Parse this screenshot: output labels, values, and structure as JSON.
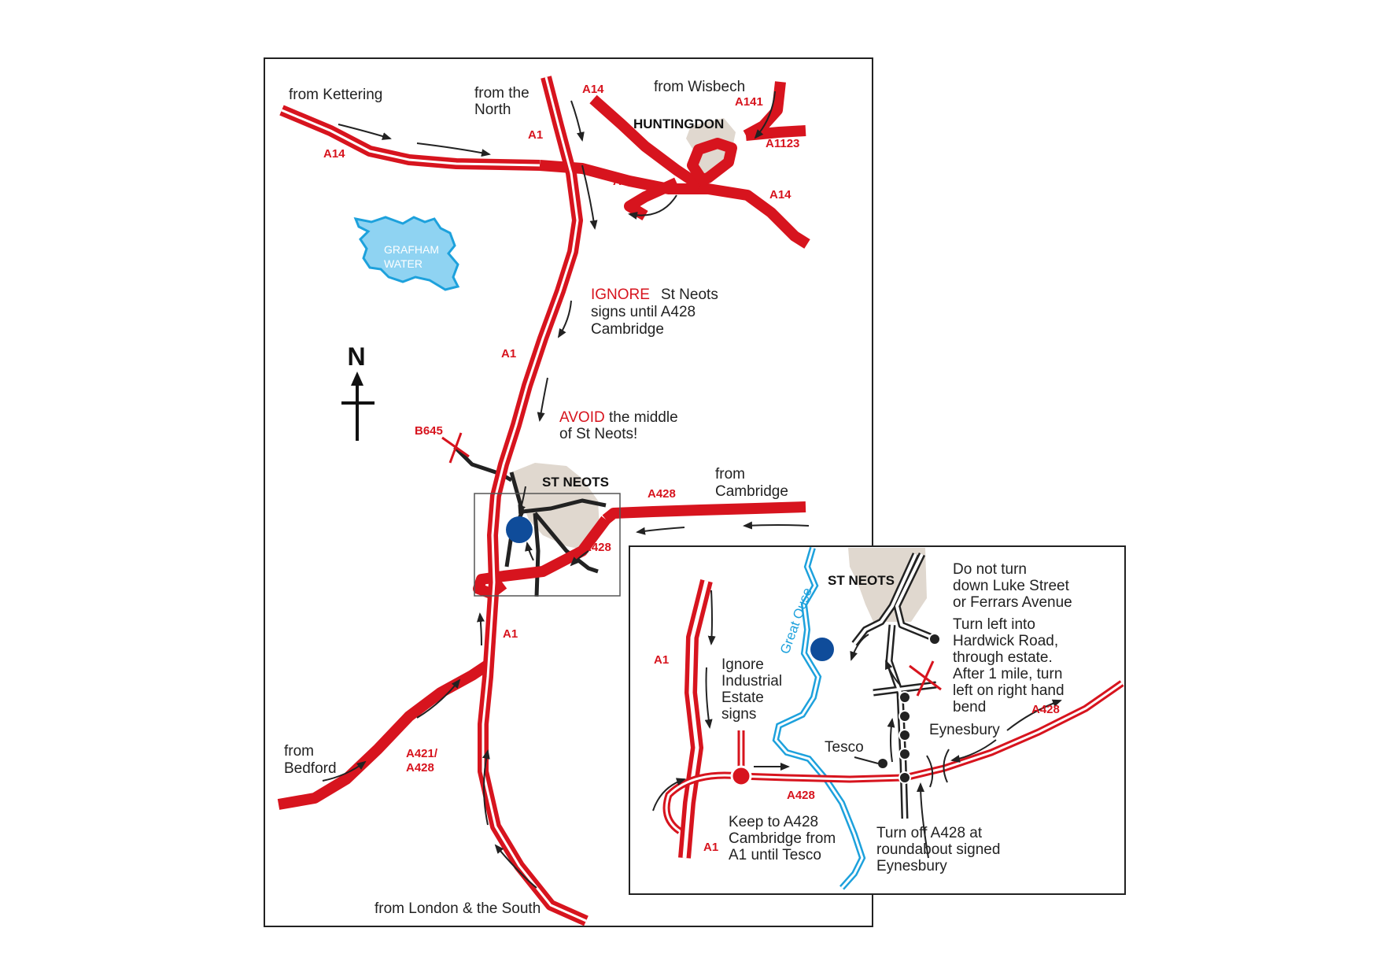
{
  "colors": {
    "road": "#d7141e",
    "water": "#1da1dc",
    "water_fill": "#8fd3f2",
    "urban": "#e0d8cf",
    "minor_road": "#222222",
    "destination": "#0f4c9a"
  },
  "north": {
    "label": "N"
  },
  "main_map": {
    "origins": {
      "kettering": "from Kettering",
      "north_line1": "from the",
      "north_line2": "North",
      "wisbech": "from Wisbech",
      "cambridge_line1": "from",
      "cambridge_line2": "Cambridge",
      "bedford_line1": "from",
      "bedford_line2": "Bedford",
      "london": "from London & the South"
    },
    "towns": {
      "huntingdon": "HUNTINGDON",
      "st_neots": "ST NEOTS"
    },
    "lake": {
      "line1": "GRAFHAM",
      "line2": "WATER"
    },
    "roads": {
      "a14_west": "A14",
      "a14_top": "A14",
      "a14_mid": "A14",
      "a14_east": "A14",
      "a141": "A141",
      "a1123": "A1123",
      "a1_top": "A1",
      "a1_mid": "A1",
      "a1_low": "A1",
      "b645": "B645",
      "a428_east": "A428",
      "a428_south": "A428",
      "a421_line1": "A421/",
      "a421_line2": "A428"
    },
    "notes": {
      "ignore_word": "IGNORE",
      "ignore_rest1": "St Neots",
      "ignore_rest2": "signs until A428",
      "ignore_rest3": "Cambridge",
      "avoid_word": "AVOID",
      "avoid_rest1": " the middle",
      "avoid_rest2": "of St Neots!"
    }
  },
  "inset": {
    "town": "ST NEOTS",
    "river": "Great Ouse",
    "roads": {
      "a1_top": "A1",
      "a1_bottom": "A1",
      "a428_mid": "A428",
      "a428_east": "A428"
    },
    "places": {
      "tesco": "Tesco",
      "eynesbury": "Eynesbury"
    },
    "notes": {
      "do_not_turn": [
        "Do not turn",
        "down Luke Street",
        "or Ferrars Avenue"
      ],
      "turn_left": [
        "Turn left into",
        "Hardwick Road,",
        "through estate.",
        "After 1 mile, turn",
        "left on right hand",
        "bend"
      ],
      "ignore_industrial": [
        "Ignore",
        "Industrial",
        "Estate",
        "signs"
      ],
      "keep_to": [
        "Keep to A428",
        "Cambridge from",
        "A1 until Tesco"
      ],
      "turn_off": [
        "Turn off A428 at",
        "roundabout signed",
        " Eynesbury"
      ]
    }
  }
}
